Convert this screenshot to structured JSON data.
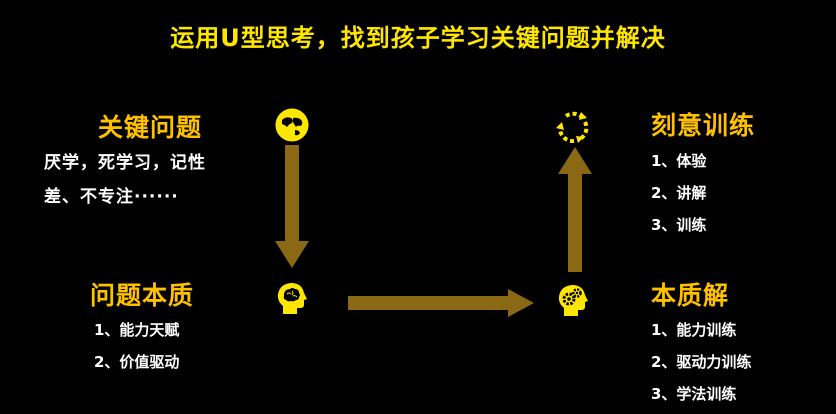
{
  "title": "运用U型思考，找到孩子学习关键问题并解决",
  "colors": {
    "background": "#000000",
    "title": "#FFE600",
    "heading": "#FFC000",
    "text": "#FFFFFF",
    "arrow": "#8B6914",
    "icon": "#FFE600"
  },
  "key_problem": {
    "heading": "关键问题",
    "lines": [
      "厌学，死学习，记性",
      "差、不专注······"
    ],
    "icon": "globe-icon"
  },
  "problem_essence": {
    "heading": "问题本质",
    "items": [
      "1、能力天赋",
      "2、价值驱动"
    ],
    "icon": "brain-head-icon"
  },
  "essence_solution": {
    "heading": "本质解",
    "items": [
      "1、能力训练",
      "2、驱动力训练",
      "3、学法训练"
    ],
    "icon": "gears-head-icon"
  },
  "deliberate_practice": {
    "heading": "刻意训练",
    "items": [
      "1、体验",
      "2、讲解",
      "3、训练"
    ],
    "icon": "cycle-icon"
  }
}
